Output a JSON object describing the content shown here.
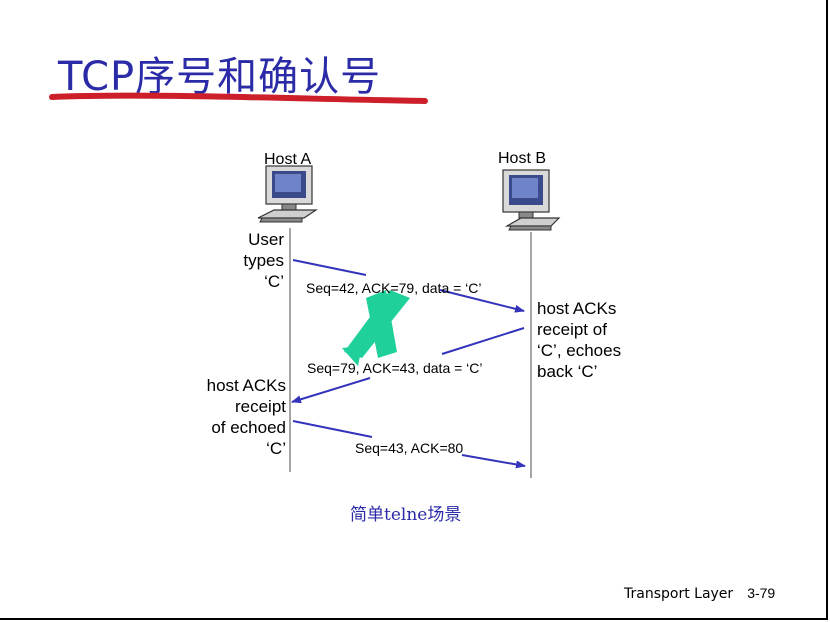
{
  "slide": {
    "title": "TCP序号和确认号",
    "caption": "简单telne场景",
    "footer_left": "Transport Layer",
    "footer_page": "3-79"
  },
  "hosts": {
    "a": "Host A",
    "b": "Host B"
  },
  "notes": {
    "user_types": [
      "User",
      "types",
      "‘C’"
    ],
    "host_b_ack": [
      "host ACKs",
      "receipt of",
      "‘C’, echoes",
      "back ‘C’"
    ],
    "host_a_ack": [
      "host ACKs",
      "receipt",
      "of echoed",
      "‘C’"
    ]
  },
  "messages": [
    {
      "text": "Seq=42, ACK=79, data = ‘C’"
    },
    {
      "text": "Seq=79, ACK=43, data = ‘C’"
    },
    {
      "text": "Seq=43, ACK=80"
    }
  ],
  "colors": {
    "title": "#2b2ba8",
    "underline": "#cc1f2a",
    "arrow": "#3333bb",
    "cross": "#1fd09a",
    "timeline": "#888888"
  },
  "icons": [
    "computer-icon",
    "computer-icon",
    "lost-packet-cross-icon"
  ]
}
